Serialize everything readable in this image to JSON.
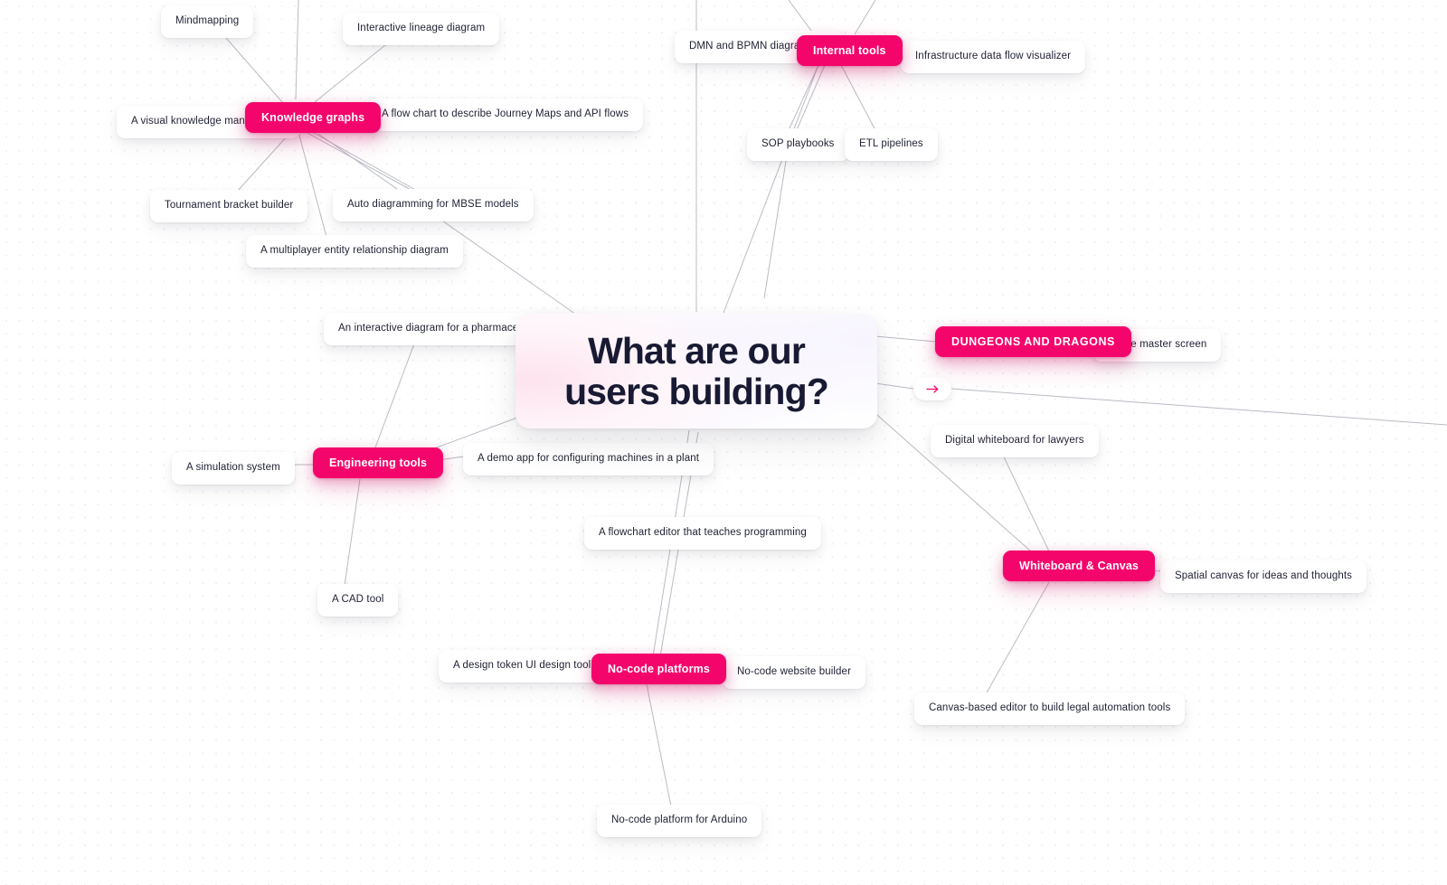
{
  "canvas": {
    "title": "What are our users building?",
    "accent_color": "#f4056b",
    "leaf_text_color": "#1e2033",
    "edge_color": "#b9bcc4",
    "background_color": "#ffffff"
  },
  "center": {
    "label": "What are our\nusers building?"
  },
  "arrow_button": {
    "icon": "arrow-right-icon",
    "color": "#f4056b"
  },
  "branches": [
    {
      "id": "knowledge-graphs",
      "label": "Knowledge graphs"
    },
    {
      "id": "internal-tools",
      "label": "Internal tools"
    },
    {
      "id": "dungeons-and-dragons",
      "label": "DUNGEONS AND DRAGONS"
    },
    {
      "id": "whiteboard-and-canvas",
      "label": "Whiteboard & Canvas"
    },
    {
      "id": "engineering-tools",
      "label": "Engineering tools"
    },
    {
      "id": "no-code-platforms",
      "label": "No-code platforms"
    }
  ],
  "leaves": [
    {
      "id": "mindmapping",
      "label": "Mindmapping"
    },
    {
      "id": "interactive-lineage",
      "label": "Interactive lineage diagram"
    },
    {
      "id": "visual-knowledge",
      "label": "A visual knowledge management"
    },
    {
      "id": "flow-chart-journey",
      "label": "A flow chart to describe Journey Maps and API flows"
    },
    {
      "id": "tournament-bracket",
      "label": "Tournament bracket builder"
    },
    {
      "id": "auto-diagramming-mbse",
      "label": "Auto diagramming for MBSE models"
    },
    {
      "id": "multiplayer-erd",
      "label": "A multiplayer entity relationship diagram"
    },
    {
      "id": "dmn-bpmn-editor",
      "label": "DMN and BPMN diagram edit"
    },
    {
      "id": "infra-data-flow",
      "label": "Infrastructure data flow visualizer"
    },
    {
      "id": "sop-playbooks",
      "label": "SOP playbooks"
    },
    {
      "id": "etl-pipelines",
      "label": "ETL pipelines"
    },
    {
      "id": "game-master-screen",
      "label": "Game master screen"
    },
    {
      "id": "digital-whiteboard-law",
      "label": "Digital whiteboard for lawyers"
    },
    {
      "id": "spatial-canvas",
      "label": "Spatial canvas for ideas and thoughts"
    },
    {
      "id": "canvas-legal-automation",
      "label": "Canvas-based editor to build legal automation tools"
    },
    {
      "id": "pharmaceutical-diagram",
      "label": "An interactive diagram for a pharmaceutical project"
    },
    {
      "id": "simulation-system",
      "label": "A simulation system"
    },
    {
      "id": "demo-app-machines",
      "label": "A demo app for configuring machines in a plant"
    },
    {
      "id": "cad-tool",
      "label": "A CAD tool"
    },
    {
      "id": "flowchart-teaches",
      "label": "A flowchart editor that teaches programming"
    },
    {
      "id": "design-token-ui",
      "label": "A design token UI design tool"
    },
    {
      "id": "no-code-website",
      "label": "No-code website builder"
    },
    {
      "id": "no-code-arduino",
      "label": "No-code platform for Arduino"
    }
  ]
}
